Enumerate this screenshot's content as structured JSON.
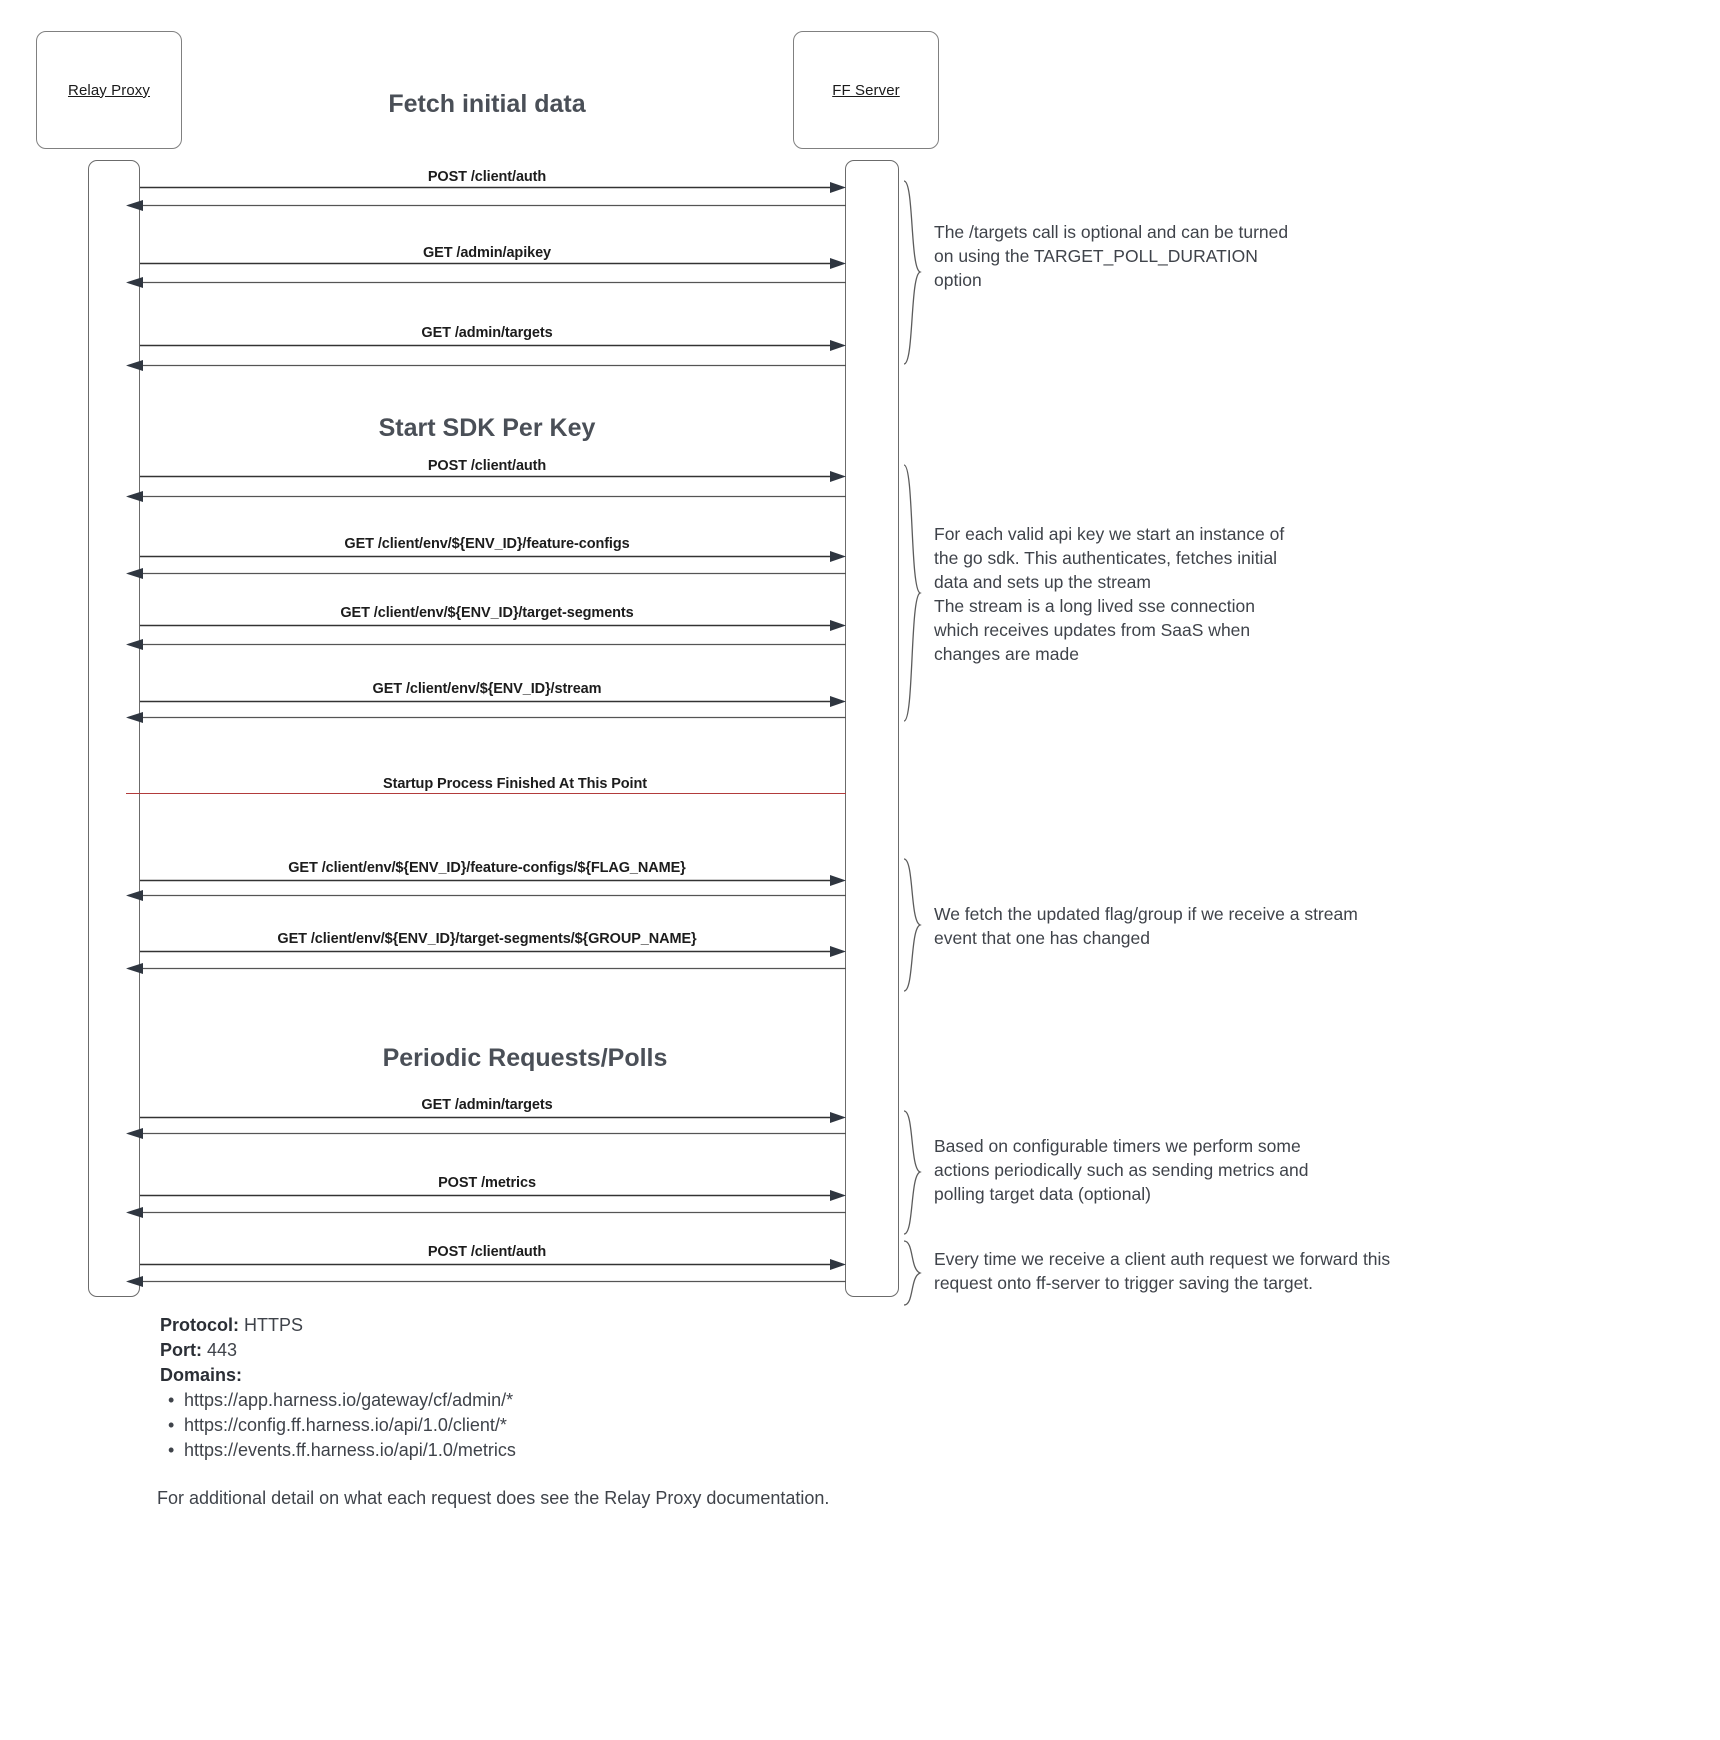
{
  "participants": [
    {
      "name": "relay-proxy",
      "label": "Relay Proxy"
    },
    {
      "name": "ff-server",
      "label": "FF Server"
    }
  ],
  "sections": [
    {
      "title": "Fetch initial data"
    },
    {
      "title": "Start SDK Per Key"
    },
    {
      "title": "Periodic Requests/Polls"
    }
  ],
  "messages": [
    {
      "label": "POST /client/auth"
    },
    {
      "label": "GET /admin/apikey"
    },
    {
      "label": "GET /admin/targets"
    },
    {
      "label": "POST /client/auth"
    },
    {
      "label": "GET /client/env/${ENV_ID}/feature-configs"
    },
    {
      "label": "GET /client/env/${ENV_ID}/target-segments"
    },
    {
      "label": "GET /client/env/${ENV_ID}/stream"
    },
    {
      "label": "GET /client/env/${ENV_ID}/feature-configs/${FLAG_NAME}"
    },
    {
      "label": "GET /client/env/${ENV_ID}/target-segments/${GROUP_NAME}"
    },
    {
      "label": "GET /admin/targets"
    },
    {
      "label": "POST /metrics"
    },
    {
      "label": "POST /client/auth"
    }
  ],
  "divider": {
    "label": "Startup Process Finished At This Point",
    "color": "#b23b3b"
  },
  "notes": [
    {
      "text": "The /targets call is optional and can be turned\non using the TARGET_POLL_DURATION\noption"
    },
    {
      "text": "For each valid api key we start an instance of\nthe go sdk. This authenticates, fetches initial\ndata and sets up the stream\nThe stream is a long lived sse connection\nwhich receives updates from SaaS when\nchanges are made"
    },
    {
      "text": "We fetch the updated flag/group if we receive a stream\nevent that one has changed"
    },
    {
      "text": "Based on configurable timers we perform some\nactions periodically such as sending metrics and\npolling target data (optional)"
    },
    {
      "text": "Every time we receive a client auth request we forward this\nrequest onto ff-server to trigger saving the target."
    }
  ],
  "info": {
    "protocol_label": "Protocol:",
    "protocol_value": "HTTPS",
    "port_label": "Port:",
    "port_value": "443",
    "domains_label": "Domains:",
    "domains": [
      "https://app.harness.io/gateway/cf/admin/*",
      "https://config.ff.harness.io/api/1.0/client/*",
      "https://events.ff.harness.io/api/1.0/metrics"
    ]
  },
  "footer": {
    "text": "For additional detail on what each request does see the Relay Proxy documentation."
  }
}
